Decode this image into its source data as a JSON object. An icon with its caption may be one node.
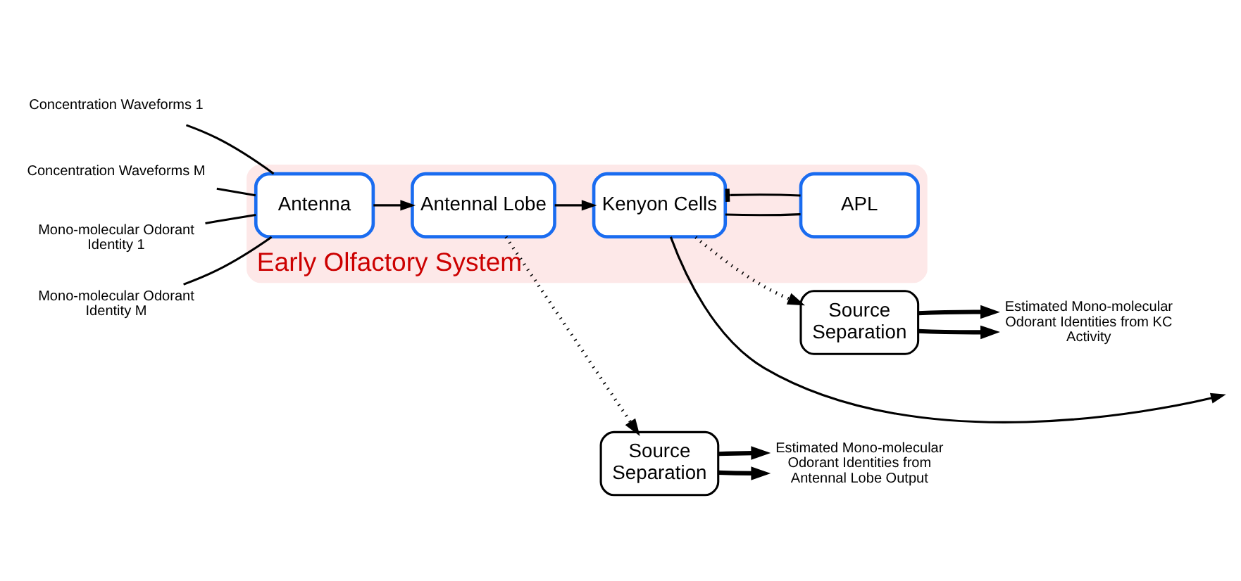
{
  "diagram": {
    "nodes": [
      {
        "text": [
          "Early Olfactory System"
        ]
      },
      {
        "text": [
          "Concentration Waveforms 1"
        ]
      },
      {
        "text": [
          "Concentration Waveforms M"
        ]
      },
      {
        "text": [
          "Mono-molecular Odorant Identity 1"
        ]
      },
      {
        "text": [
          "Mono-molecular Odorant Identity M"
        ]
      },
      {
        "text": [
          "Antenna"
        ],
        "in": 0
      },
      {
        "text": [
          "Antennal Lobe"
        ],
        "in": 0
      },
      {
        "text": [
          "Kenyon Cells"
        ],
        "in": 0
      },
      {
        "text": [
          "APL"
        ],
        "in": 0
      },
      {
        "text": [
          "Source Separation"
        ]
      },
      {
        "text": [
          "Source Separation"
        ]
      },
      {
        "text": [
          "Estimated Mono-molecular Odorant Identities from Antennal Lobe Output"
        ]
      },
      {
        "text": [
          "Estimated Mono-molecular Odorant Identities from KC Activity"
        ]
      }
    ],
    "edges": [
      {
        "from": 1,
        "to": 5,
        "arrow": "none"
      },
      {
        "from": 2,
        "to": 5,
        "arrow": "none"
      },
      {
        "from": 3,
        "to": 5,
        "arrow": "none"
      },
      {
        "from": 4,
        "to": 5,
        "arrow": "none"
      },
      {
        "from": 5,
        "to": 6,
        "arrow": "to"
      },
      {
        "from": 6,
        "to": 7,
        "arrow": "to"
      },
      {
        "from": 7,
        "to": null,
        "arrow": "to"
      },
      {
        "from": 7,
        "to": 8,
        "arrow": "none"
      },
      {
        "from": 8,
        "to": 7,
        "arrow": "other"
      },
      {
        "from": 6,
        "to": 9,
        "arrow": "to",
        "style": "dashed"
      },
      {
        "from": 7,
        "to": 10,
        "arrow": "to",
        "style": "dashed"
      },
      {
        "from": 9,
        "to": 11,
        "arrow": "to",
        "style": "thick"
      },
      {
        "from": 9,
        "to": 11,
        "arrow": "to",
        "style": "thick"
      },
      {
        "from": 10,
        "to": 12,
        "arrow": "to",
        "style": "thick"
      },
      {
        "from": 10,
        "to": 12,
        "arrow": "to",
        "style": "thick"
      }
    ]
  }
}
